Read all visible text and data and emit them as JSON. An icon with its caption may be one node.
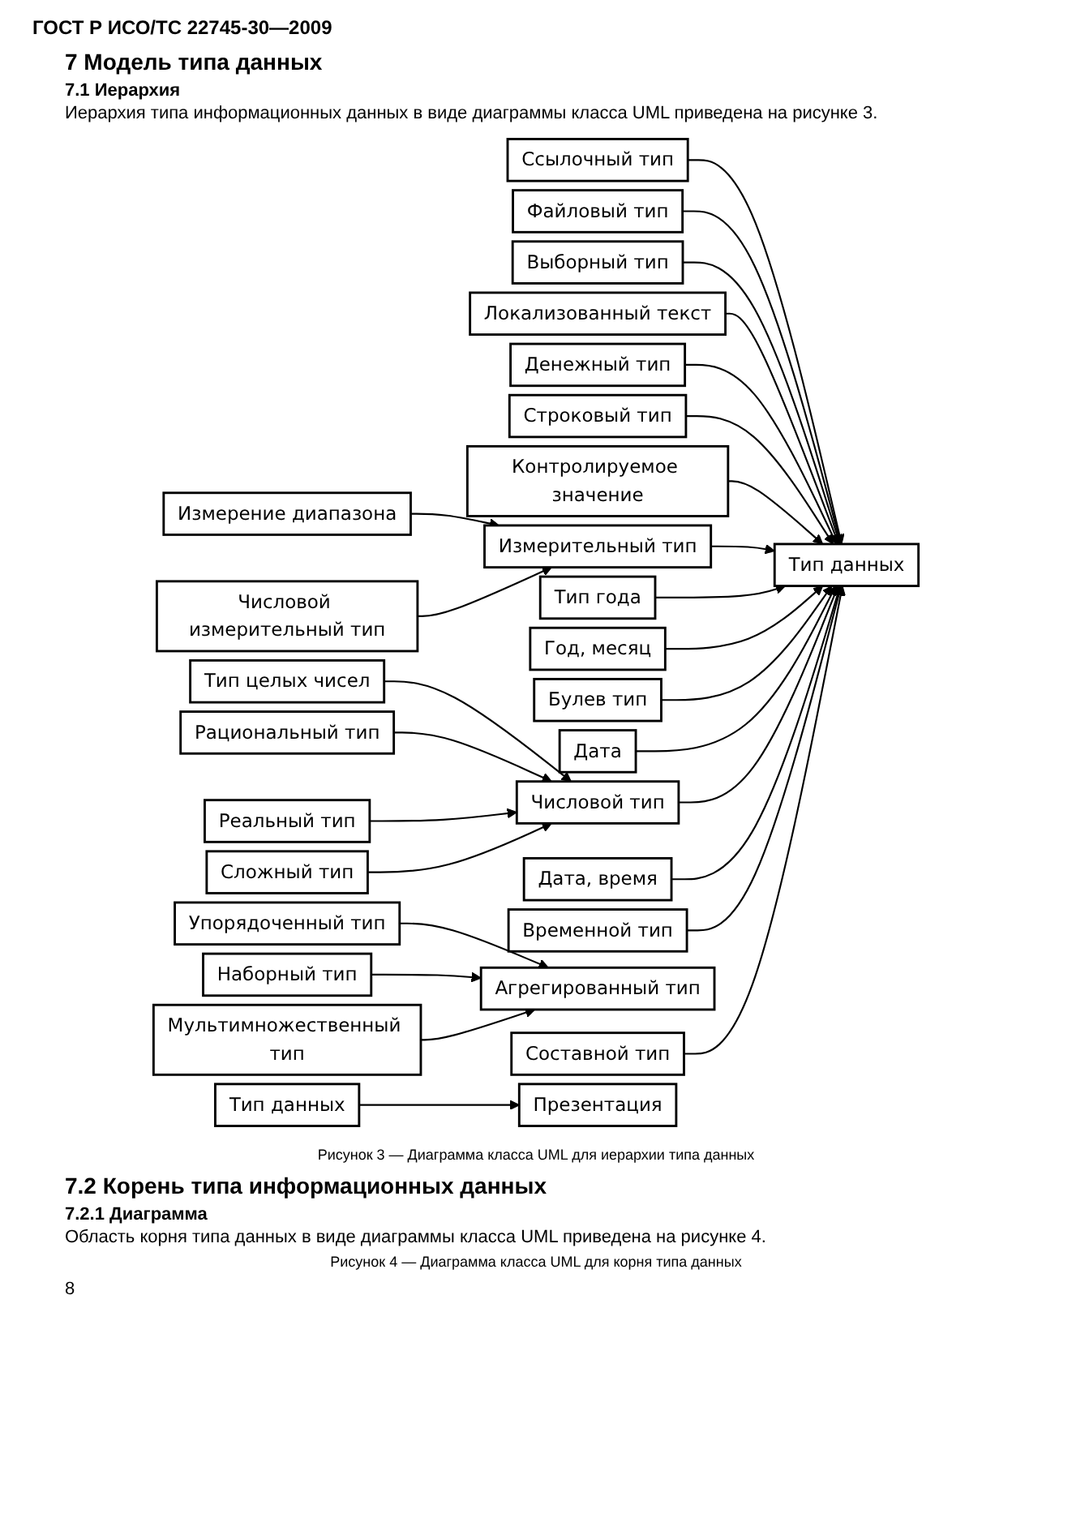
{
  "diagram": {
    "nodes": [
      {
        "text": [
          "Ссылочный тип"
        ]
      },
      {
        "text": [
          "Файловый тип"
        ]
      },
      {
        "text": [
          "Выборный тип"
        ]
      },
      {
        "text": [
          "Локализованный текст"
        ]
      },
      {
        "text": [
          "Денежный тип"
        ]
      },
      {
        "text": [
          "Измерение диапазона"
        ]
      },
      {
        "text": [
          "Строковый тип"
        ]
      },
      {
        "text": [
          "Контролируемое значение"
        ]
      },
      {
        "text": [
          "Тип данных"
        ]
      },
      {
        "text": [
          "Измерительный тип"
        ]
      },
      {
        "text": [
          "Числовой измерительный тип"
        ]
      },
      {
        "text": [
          "Тип года"
        ]
      },
      {
        "text": [
          "Год, месяц"
        ]
      },
      {
        "text": [
          "Булев тип"
        ]
      },
      {
        "text": [
          "Дата"
        ]
      },
      {
        "text": [
          "Числовой тип"
        ]
      },
      {
        "text": [
          "Дата, время"
        ]
      },
      {
        "text": [
          "Тип целых чисел"
        ]
      },
      {
        "text": [
          "Сложный тип"
        ]
      },
      {
        "text": [
          "Временной тип"
        ]
      },
      {
        "text": [
          "Агрегированный тип"
        ]
      },
      {
        "text": [
          "Рациональный тип"
        ]
      },
      {
        "text": [
          "Реальный тип"
        ]
      },
      {
        "text": [
          "Составной тип"
        ]
      },
      {
        "text": [
          "Мультимножественный тип"
        ]
      },
      {
        "text": [
          "Упорядоченный тип"
        ]
      },
      {
        "text": [
          "Наборный тип"
        ]
      },
      {
        "text": [
          "Тип данных"
        ]
      },
      {
        "text": [
          "Презентация"
        ]
      }
    ],
    "edges": [
      {
        "from": 0,
        "to": 8,
        "arrow": "to"
      },
      {
        "from": 1,
        "to": 8,
        "arrow": "to"
      },
      {
        "from": 2,
        "to": 8,
        "arrow": "to"
      },
      {
        "from": 3,
        "to": 8,
        "arrow": "to"
      },
      {
        "from": 4,
        "to": 8,
        "arrow": "to"
      },
      {
        "from": 6,
        "to": 8,
        "arrow": "to"
      },
      {
        "from": 7,
        "to": 8,
        "arrow": "to"
      },
      {
        "from": 5,
        "to": 9,
        "arrow": "to"
      },
      {
        "from": 9,
        "to": 8,
        "arrow": "to"
      },
      {
        "from": 10,
        "to": 9,
        "arrow": "to"
      },
      {
        "from": 11,
        "to": 8,
        "arrow": "to"
      },
      {
        "from": 12,
        "to": 8,
        "arrow": "to"
      },
      {
        "from": 13,
        "to": 8,
        "arrow": "to"
      },
      {
        "from": 14,
        "to": 8,
        "arrow": "to"
      },
      {
        "from": 15,
        "to": 8,
        "arrow": "to"
      },
      {
        "from": 16,
        "to": 8,
        "arrow": "to"
      },
      {
        "from": 19,
        "to": 8,
        "arrow": "to"
      },
      {
        "from": 23,
        "to": 8,
        "arrow": "to"
      },
      {
        "from": 17,
        "to": 15,
        "arrow": "to"
      },
      {
        "from": 21,
        "to": 15,
        "arrow": "to"
      },
      {
        "from": 22,
        "to": 15,
        "arrow": "to"
      },
      {
        "from": 18,
        "to": 15,
        "arrow": "to"
      },
      {
        "from": 25,
        "to": 20,
        "arrow": "to"
      },
      {
        "from": 26,
        "to": 20,
        "arrow": "to"
      },
      {
        "from": 24,
        "to": 20,
        "arrow": "to"
      },
      {
        "from": 27,
        "to": 28,
        "arrow": "to"
      }
    ],
    "labels": [
      "ГОСТ Р ИСО/ТС 22745-30—2009",
      "7 Модель типа данных",
      "7.1 Иерархия",
      "Иерархия типа информационных данных в виде диаграммы класса UML приведена на рисунке 3.",
      "Рисунок 3 — Диаграмма класса UML для иерархии типа данных",
      "7.2 Корень типа информационных данных",
      "7.2.1 Диаграмма",
      "Область корня типа данных в виде диаграммы класса UML приведена на рисунке 4.",
      "Рисунок 4 — Диаграмма класса UML для корня типа данных",
      "8"
    ]
  }
}
